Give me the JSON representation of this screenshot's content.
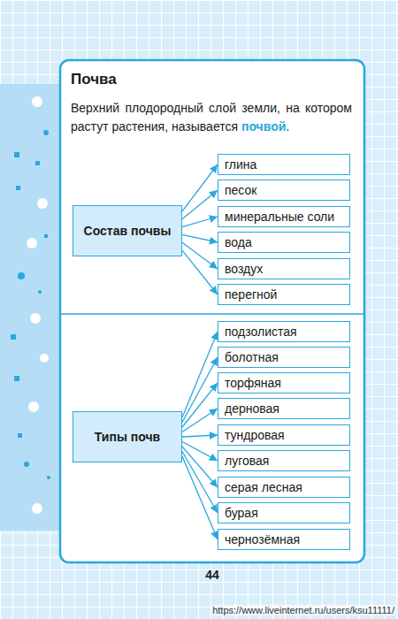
{
  "diagram": {
    "title": "Почва",
    "nodes": [
      {
        "text": [
          "Состав почвы"
        ]
      },
      {
        "text": [
          "глина"
        ]
      },
      {
        "text": [
          "песок"
        ]
      },
      {
        "text": [
          "минеральные соли"
        ]
      },
      {
        "text": [
          "вода"
        ]
      },
      {
        "text": [
          "воздух"
        ]
      },
      {
        "text": [
          "перегной"
        ]
      },
      {
        "text": [
          "Типы почв"
        ]
      },
      {
        "text": [
          "подзолистая"
        ]
      },
      {
        "text": [
          "болотная"
        ]
      },
      {
        "text": [
          "торфяная"
        ]
      },
      {
        "text": [
          "дерновая"
        ]
      },
      {
        "text": [
          "тундровая"
        ]
      },
      {
        "text": [
          "луговая"
        ]
      },
      {
        "text": [
          "серая лесная"
        ]
      },
      {
        "text": [
          "бурая"
        ]
      },
      {
        "text": [
          "чернозёмная"
        ]
      }
    ],
    "edges": [
      {
        "from": 0,
        "to": 1,
        "arrow": "to"
      },
      {
        "from": 0,
        "to": 2,
        "arrow": "to"
      },
      {
        "from": 0,
        "to": 3,
        "arrow": "to"
      },
      {
        "from": 0,
        "to": 4,
        "arrow": "to"
      },
      {
        "from": 0,
        "to": 5,
        "arrow": "to"
      },
      {
        "from": 0,
        "to": 6,
        "arrow": "to"
      },
      {
        "from": 7,
        "to": 8,
        "arrow": "to"
      },
      {
        "from": 7,
        "to": 9,
        "arrow": "to"
      },
      {
        "from": 7,
        "to": 10,
        "arrow": "to"
      },
      {
        "from": 7,
        "to": 11,
        "arrow": "to"
      },
      {
        "from": 7,
        "to": 12,
        "arrow": "to"
      },
      {
        "from": 7,
        "to": 13,
        "arrow": "to"
      },
      {
        "from": 7,
        "to": 14,
        "arrow": "to"
      },
      {
        "from": 7,
        "to": 15,
        "arrow": "to"
      },
      {
        "from": 7,
        "to": 16,
        "arrow": "to"
      }
    ],
    "labels": [
      "Верхний плодородный слой земли, на котором растут растения, называется",
      "почвой.",
      "44",
      "https://www.liveinternet.ru/users/ksu11111/"
    ]
  }
}
